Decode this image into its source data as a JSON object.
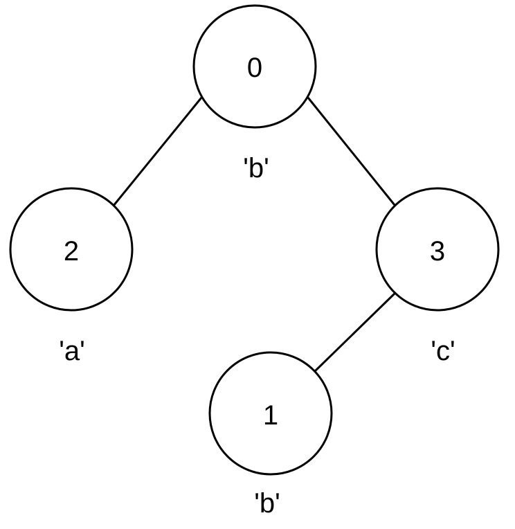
{
  "nodes": [
    {
      "id": "0",
      "label": "'b'"
    },
    {
      "id": "2",
      "label": "'a'"
    },
    {
      "id": "3",
      "label": "'c'"
    },
    {
      "id": "1",
      "label": "'b'"
    }
  ],
  "edges": [
    {
      "from": "0",
      "to": "2"
    },
    {
      "from": "0",
      "to": "3"
    },
    {
      "from": "3",
      "to": "1"
    }
  ]
}
